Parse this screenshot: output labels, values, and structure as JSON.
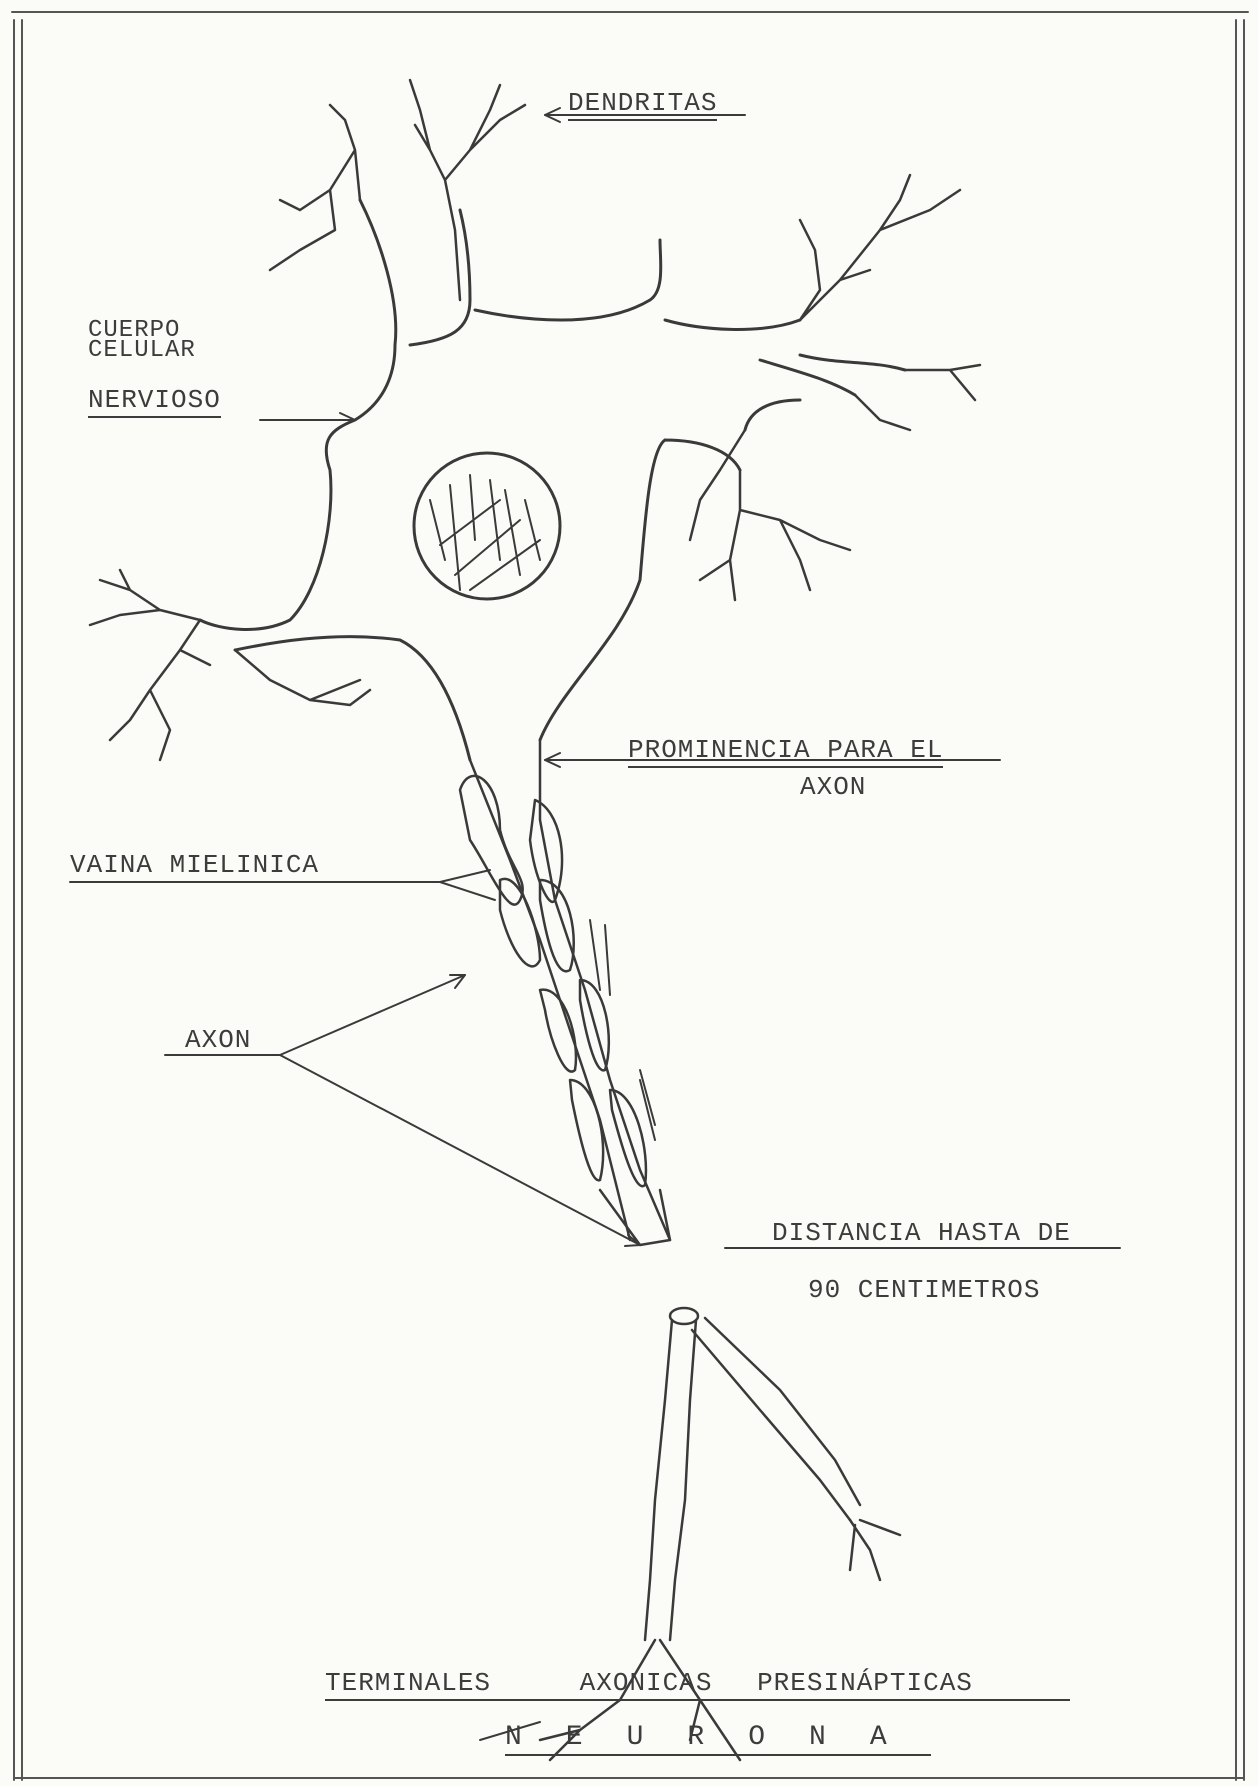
{
  "labels": {
    "dendritas": "DENDRITAS",
    "cuerpo_line1": "CUERPO",
    "cuerpo_line2": "CELULAR",
    "cuerpo_line3": "NERVIOSO",
    "prominencia_line1": "PROMINENCIA PARA EL",
    "prominencia_line2": "AXON",
    "vaina": "VAINA MIELINICA",
    "axon": "AXON",
    "distancia_line1": "DISTANCIA HASTA DE",
    "distancia_line2": "90 CENTIMETROS",
    "terminales_1": "TERMINALES",
    "terminales_2": "AXONICAS",
    "terminales_3": "PRESINÁPTICAS",
    "title": "NEURONA"
  }
}
